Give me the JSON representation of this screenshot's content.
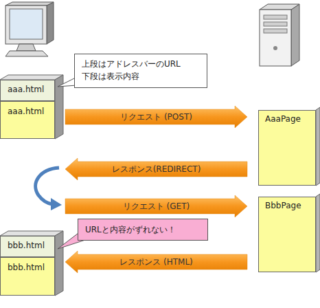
{
  "diagram": {
    "nodes": [
      {
        "text": [
          "上段はアドレスバーのURL 下段は表示内容"
        ]
      },
      {
        "text": [
          "aaa.html"
        ]
      },
      {
        "text": [
          "aaa.html"
        ]
      },
      {
        "text": [
          "AaaPage"
        ]
      },
      {
        "text": [
          "BbbPage"
        ]
      },
      {
        "text": [
          "URLと内容がずれない！"
        ]
      },
      {
        "text": [
          "bbb.html"
        ]
      },
      {
        "text": [
          "bbb.html"
        ]
      }
    ],
    "edges": [
      {
        "from": 2,
        "to": 3,
        "label": "リクエスト (POST)",
        "arrow": "to"
      },
      {
        "from": 3,
        "to": 2,
        "label": "レスポンス(REDIRECT)",
        "arrow": "to"
      },
      {
        "from": 2,
        "to": 4,
        "label": "リクエスト (GET)",
        "arrow": "to"
      },
      {
        "from": 4,
        "to": 7,
        "label": "レスポンス (HTML)",
        "arrow": "to"
      }
    ]
  }
}
